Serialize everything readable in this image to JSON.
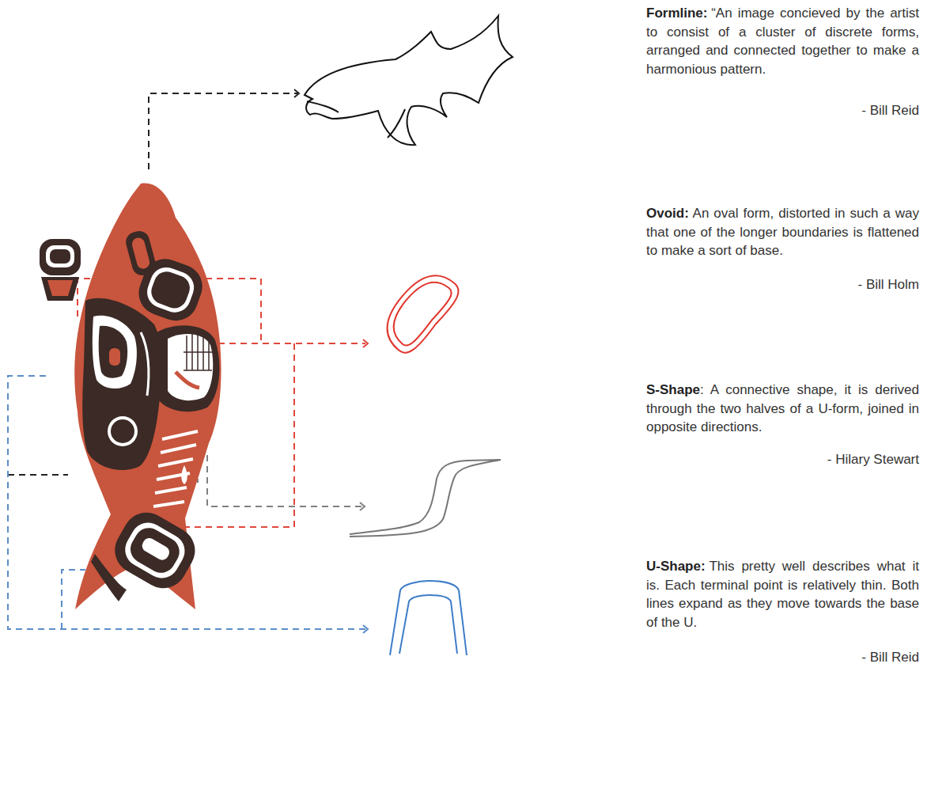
{
  "diagram": {
    "labels": [
      "Formline:",
      "“An image concieved by the artist to consist of a cluster of discrete forms, arranged and connected together to make a harmonious pattern.",
      "- Bill Reid",
      "Ovoid:",
      "An oval form, distorted in such a way that one of the longer boundaries is flattened to make a sort of base.",
      "- Bill Holm",
      "S-Shape",
      ": A connective shape, it is derived through the two halves of a U-form, joined in opposite directions.",
      "- Hilary Stewart",
      "U-Shape:",
      "This pretty well describes what it is. Each terminal point is relatively thin. Both lines expand as they move towards the base of the U.",
      "- Bill Reid"
    ]
  }
}
